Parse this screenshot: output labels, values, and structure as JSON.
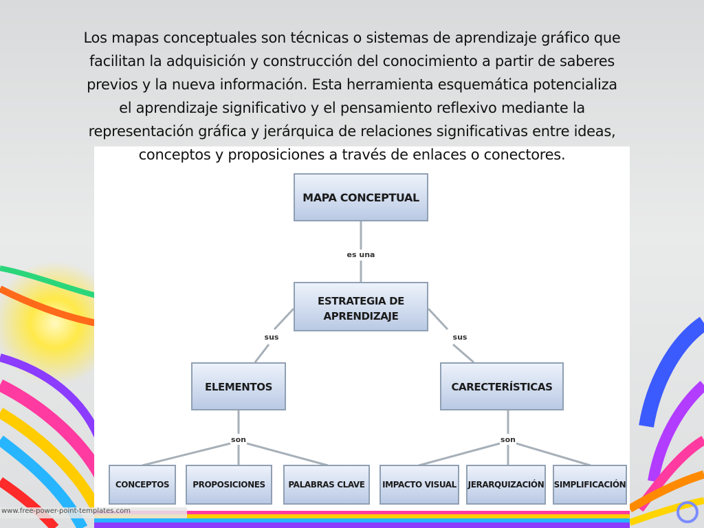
{
  "intro": {
    "lines": [
      "Los mapas conceptuales son técnicas o sistemas de aprendizaje gráfico que",
      "facilitan la adquisición y construcción del conocimiento a partir de saberes",
      "previos y la nueva información. Esta herramienta esquemática potencializa",
      "el aprendizaje significativo y el pensamiento reflexivo mediante la",
      "representación gráfica y jerárquica de relaciones significativas entre ideas,",
      "conceptos y proposiciones a través de enlaces o conectores."
    ]
  },
  "diagram": {
    "nodes": {
      "root": [
        "MAPA CONCEPTUAL"
      ],
      "strategy": [
        "ESTRATEGIA DE",
        "APRENDIZAJE"
      ],
      "elements": [
        "ELEMENTOS"
      ],
      "characteristics": [
        "CARECTERÍSTICAS"
      ],
      "concepts": [
        "CONCEPTOS"
      ],
      "propositions": [
        "PROPOSICIONES"
      ],
      "keywords": [
        "PALABRAS CLAVE"
      ],
      "visual_impact": [
        "IMPACTO VISUAL"
      ],
      "hierarchy": [
        "JERARQUIZACIÓN"
      ],
      "simplification": [
        "SIMPLIFICACIÓN"
      ]
    },
    "links": {
      "is_a": "es una",
      "its_left": "sus",
      "its_right": "sus",
      "are_left": "son",
      "are_right": "son"
    },
    "colors": {
      "node_top": "#eef3fb",
      "node_bottom": "#b9c9e4",
      "border": "#8f9fb3",
      "edge": "#a7b0b8"
    }
  },
  "footer": {
    "url": "www.free-power-point-templates.com"
  }
}
